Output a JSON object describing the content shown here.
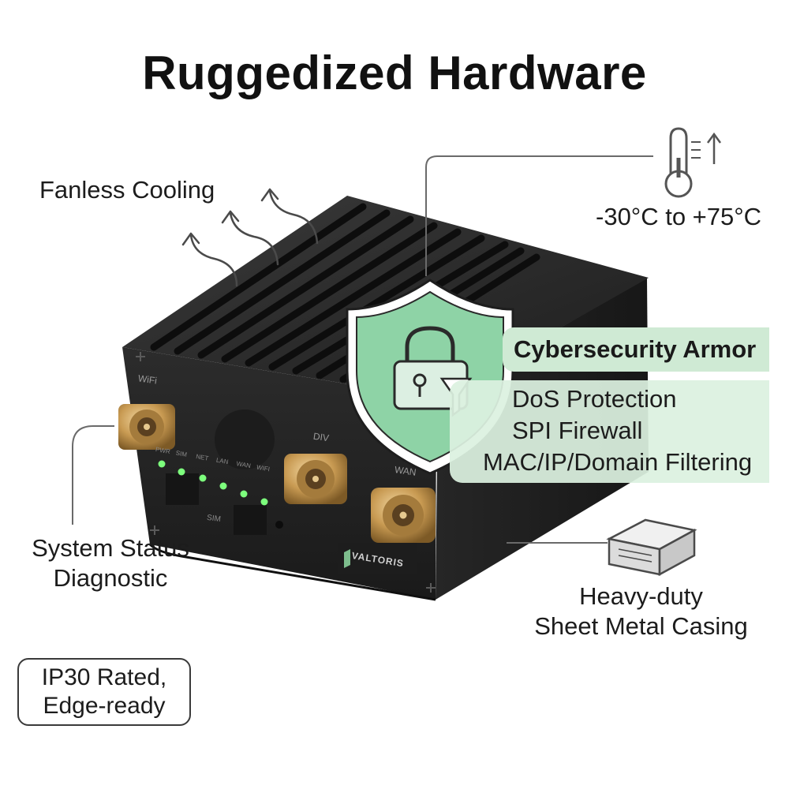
{
  "page": {
    "title": "Ruggedized Hardware"
  },
  "features": {
    "fanless": "Fanless Cooling",
    "temperature": "-30°C to +75°C",
    "status_line1": "System Status",
    "status_line2": "Diagnostic",
    "casing_line1": "Heavy-duty",
    "casing_line2": "Sheet Metal Casing",
    "ip_line1": "IP30 Rated,",
    "ip_line2": "Edge-ready"
  },
  "security": {
    "title": "Cybersecurity Armor",
    "items": [
      "DoS Protection",
      "SPI Firewall",
      "MAC/IP/Domain Filtering"
    ]
  },
  "device": {
    "brand": "VALTORIS",
    "port_labels": [
      "WiFi",
      "DIV",
      "WAN"
    ],
    "led_labels": [
      "PWR",
      "SIM",
      "NET",
      "LAN",
      "WAN",
      "WIFI"
    ],
    "sim_label": "SIM"
  },
  "icons": {
    "thermometer": "thermometer-icon",
    "shield": "shield-lock-icon",
    "casing": "metal-block-icon",
    "heat": "heat-arrow-icon"
  },
  "colors": {
    "accent_green": "#cfead4",
    "shield_fill": "#8ed3a6",
    "device_body": "#242424",
    "connector_gold": "#c89a52",
    "led_green": "#7dff7d"
  }
}
